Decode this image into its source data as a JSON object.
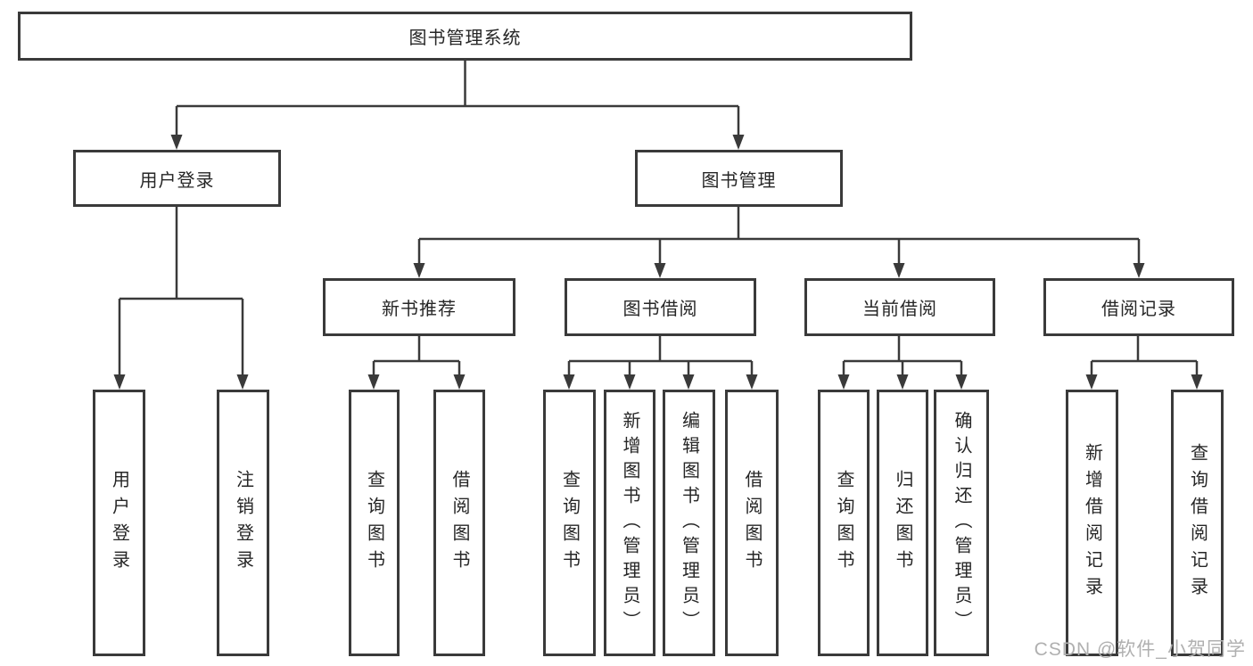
{
  "colors": {
    "line": "#3a3a3a",
    "box_border": "#3a3a3a",
    "text": "#262626",
    "watermark": "#b0b0b0",
    "background": "#ffffff"
  },
  "watermark": {
    "text": "CSDN @软件_小贺同学"
  },
  "diagram": {
    "root": {
      "label": "图书管理系统",
      "children": [
        {
          "label": "用户登录",
          "children": [
            {
              "label": "用户登录"
            },
            {
              "label": "注销登录"
            }
          ]
        },
        {
          "label": "图书管理",
          "children": [
            {
              "label": "新书推荐",
              "children": [
                {
                  "label": "查询图书"
                },
                {
                  "label": "借阅图书"
                }
              ]
            },
            {
              "label": "图书借阅",
              "children": [
                {
                  "label": "查询图书"
                },
                {
                  "label": "新增图书（管理员）"
                },
                {
                  "label": "编辑图书（管理员）"
                },
                {
                  "label": "借阅图书"
                }
              ]
            },
            {
              "label": "当前借阅",
              "children": [
                {
                  "label": "查询图书"
                },
                {
                  "label": "归还图书"
                },
                {
                  "label": "确认归还（管理员）"
                }
              ]
            },
            {
              "label": "借阅记录",
              "children": [
                {
                  "label": "新增借阅记录"
                },
                {
                  "label": "查询借阅记录"
                }
              ]
            }
          ]
        }
      ]
    }
  }
}
